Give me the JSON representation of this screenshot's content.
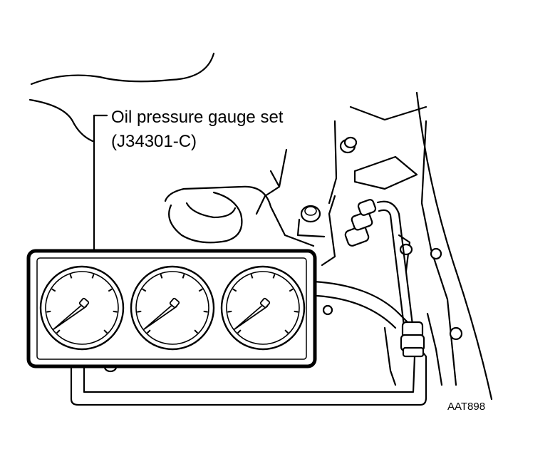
{
  "callout": {
    "line1": "Oil pressure gauge set",
    "line2": "(J34301-C)"
  },
  "figure_code": "AAT898",
  "colors": {
    "ink": "#000000",
    "paper": "#ffffff"
  },
  "gauge_count": 3
}
